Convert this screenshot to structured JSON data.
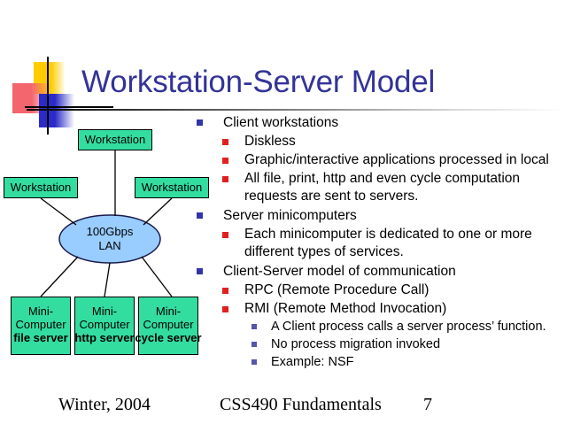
{
  "slide": {
    "title": "Workstation-Server Model",
    "title_color": "#333399"
  },
  "logo": {
    "yellow": "#FFCC00",
    "red": "#F4666E",
    "blue": "#2B2BC8"
  },
  "diagram": {
    "node_fill": "#33DDA0",
    "lan_fill": "#99CCFF",
    "workstations": [
      {
        "label": "Workstation"
      },
      {
        "label": "Workstation"
      },
      {
        "label": "Workstation"
      }
    ],
    "lan": {
      "line1": "100Gbps",
      "line2": "LAN"
    },
    "minicomputers": [
      {
        "line1": "Mini-",
        "line2": "Computer",
        "role": "file server"
      },
      {
        "line1": "Mini-",
        "line2": "Computer",
        "role": "http server"
      },
      {
        "line1": "Mini-",
        "line2": "Computer",
        "role": "cycle server"
      }
    ]
  },
  "bullets": {
    "marker_l1_color": "#3333AA",
    "marker_l2_color": "#E02020",
    "marker_l3_color": "#5555AA",
    "items": [
      {
        "level": 1,
        "text": "Client workstations"
      },
      {
        "level": 2,
        "text": "Diskless"
      },
      {
        "level": 2,
        "text": "Graphic/interactive applications processed in local"
      },
      {
        "level": 2,
        "text": "All file, print, http and even cycle computation requests are sent to servers."
      },
      {
        "level": 1,
        "text": "Server minicomputers"
      },
      {
        "level": 2,
        "text": "Each minicomputer is dedicated to one or more different types of services."
      },
      {
        "level": 1,
        "text": "Client-Server model of communication"
      },
      {
        "level": 2,
        "text": "RPC (Remote Procedure Call)"
      },
      {
        "level": 2,
        "text": "RMI (Remote Method Invocation)"
      },
      {
        "level": 3,
        "text": "A Client process calls a server process’ function."
      },
      {
        "level": 3,
        "text": "No process migration invoked"
      },
      {
        "level": 3,
        "text": "Example: NSF"
      }
    ]
  },
  "footer": {
    "date": "Winter, 2004",
    "course": "CSS490 Fundamentals",
    "page_number": "7"
  }
}
